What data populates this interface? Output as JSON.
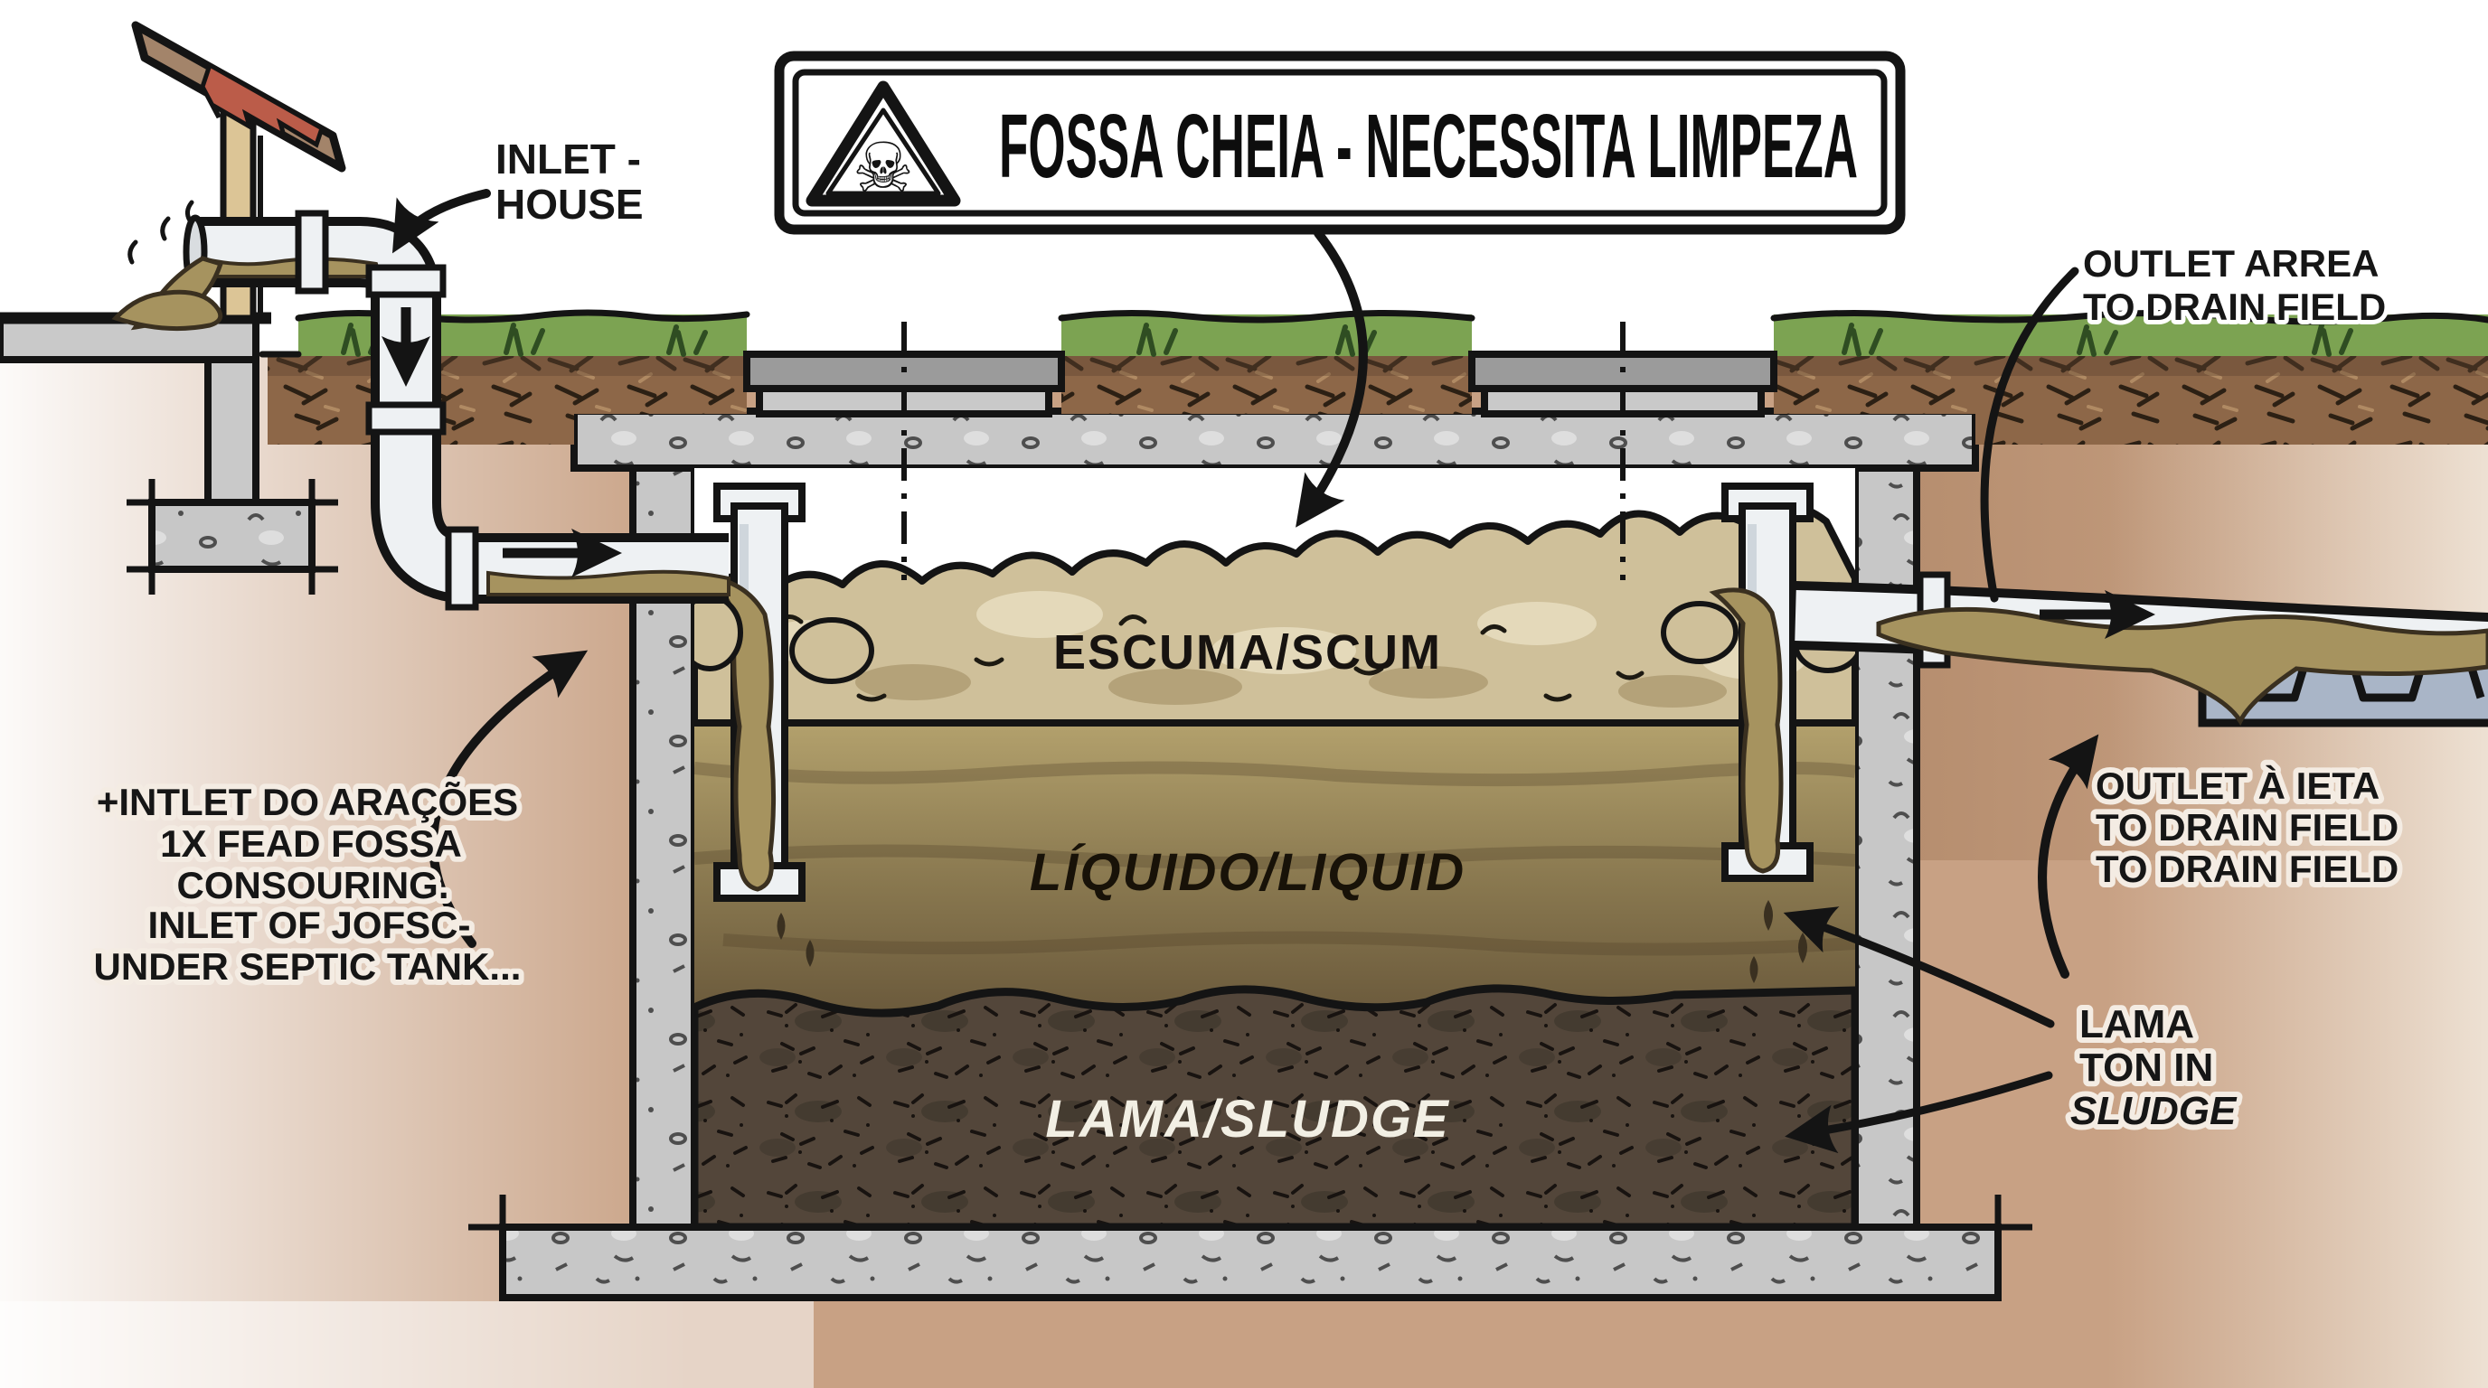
{
  "banner": {
    "title": "FOSSA CHEIA - NECESSITA LIMPEZA",
    "icon_glyph": "☠"
  },
  "callouts": {
    "inlet_house": {
      "line1": "INLET -",
      "line2": "HOUSE"
    },
    "outlet_area": {
      "line1": "OUTLET ARREA",
      "line2": "TO DRAIN FIELD"
    },
    "inlet_note": {
      "line1": "+INTLET DO ARAÇÕES",
      "line2": "1X FEAD FOSSA",
      "line3": "CONSOURING.",
      "line4": "INLET OF JOFSC-",
      "line5": "UNDER SEPTIC TANK..."
    },
    "outlet_note": {
      "line1": "OUTLET À IETA",
      "line2": "TO DRAIN FIELD",
      "line3": "TO DRAIN FIELD"
    },
    "sludge_note": {
      "line1": "LAMA",
      "line2": "TON IN",
      "line3": "SLUDGE"
    }
  },
  "layers": {
    "scum": "ESCUMA/SCUM",
    "liquid": "LÍQUIDO/LIQUID",
    "sludge": "LAMA/SLUDGE"
  },
  "colors": {
    "ink": "#141414",
    "scum_tan": "#cfc09a",
    "liquid_olive": "#8a7950",
    "sludge_brown": "#52453a",
    "soil_pink": "#c8a184",
    "topsoil_brown": "#8d6748",
    "grass_green": "#7ca352",
    "concrete_gray": "#c7c7c7",
    "roof_tile_red": "#bb5c49",
    "drain_blue": "#a9b5c7"
  }
}
